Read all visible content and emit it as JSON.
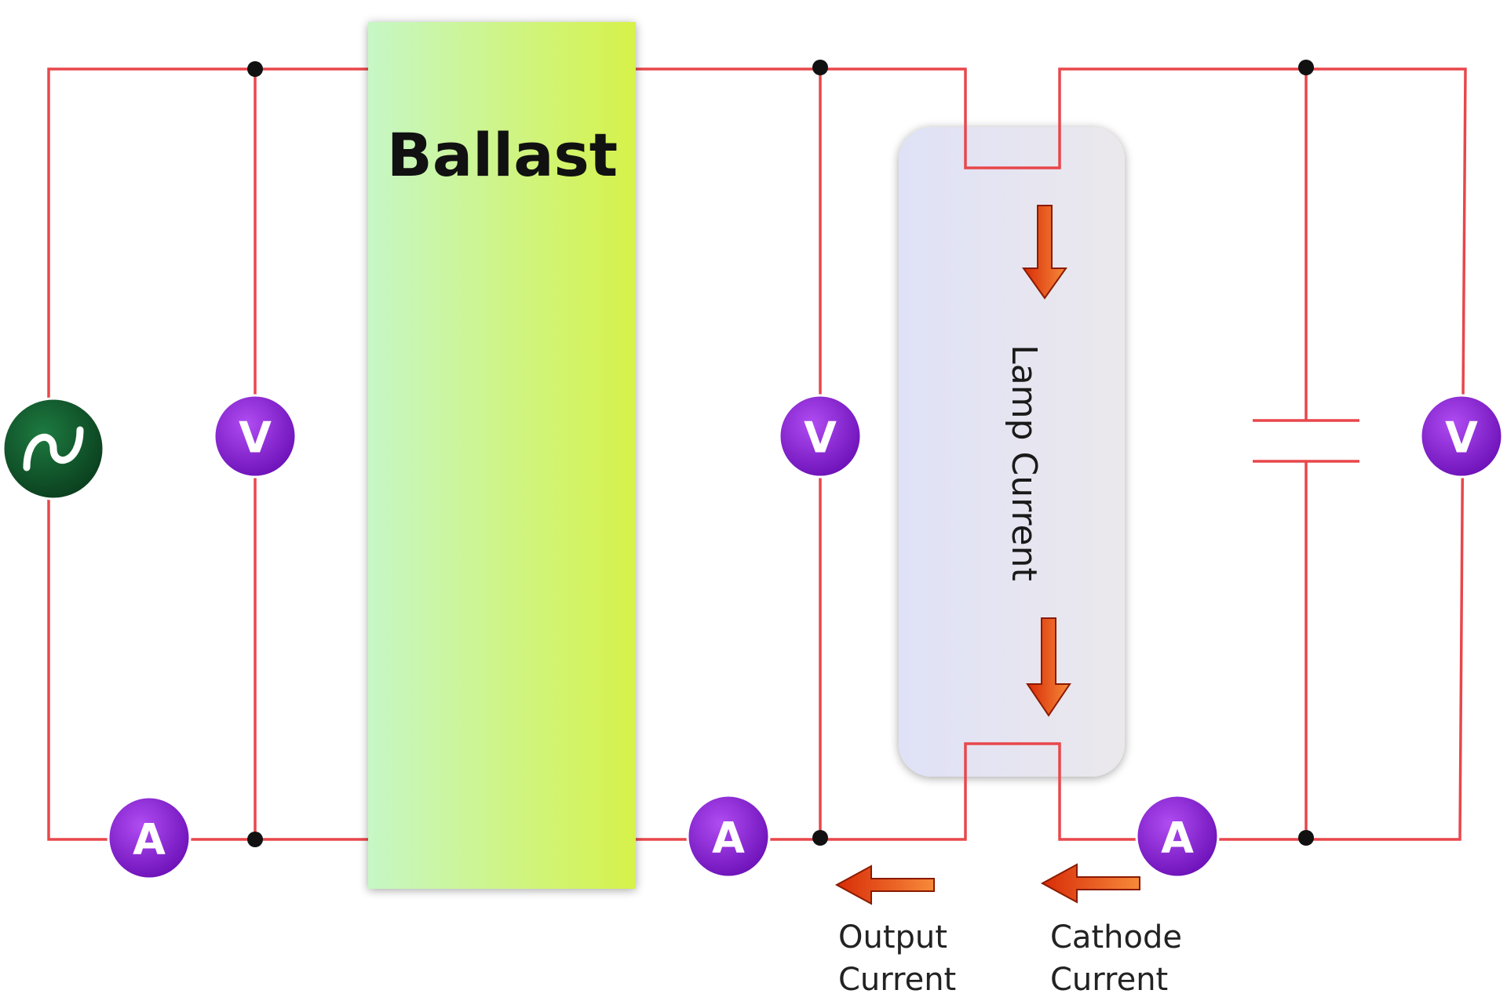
{
  "ballast": {
    "label": "Ballast"
  },
  "lamp": {
    "label": "Lamp Current"
  },
  "meters": {
    "voltmeter_input": "V",
    "voltmeter_output": "V",
    "voltmeter_cathode": "V",
    "ammeter_input": "A",
    "ammeter_output": "A",
    "ammeter_cathode": "A"
  },
  "captions": {
    "output_line1": "Output",
    "output_line2": "Current",
    "cathode_line1": "Cathode",
    "cathode_line2": "Current"
  },
  "colors": {
    "wire": "#e8474b",
    "meter": "#8f1ce0",
    "source": "#0f5a2c",
    "ballast_left": "#c6f7c6",
    "ballast_right": "#d6f24a",
    "lamp": "#e4e4f4",
    "arrow": "#ee4a0e"
  },
  "icons": {
    "source": "ac-sine-source-icon",
    "arrows": "current-direction-arrow-icon"
  }
}
